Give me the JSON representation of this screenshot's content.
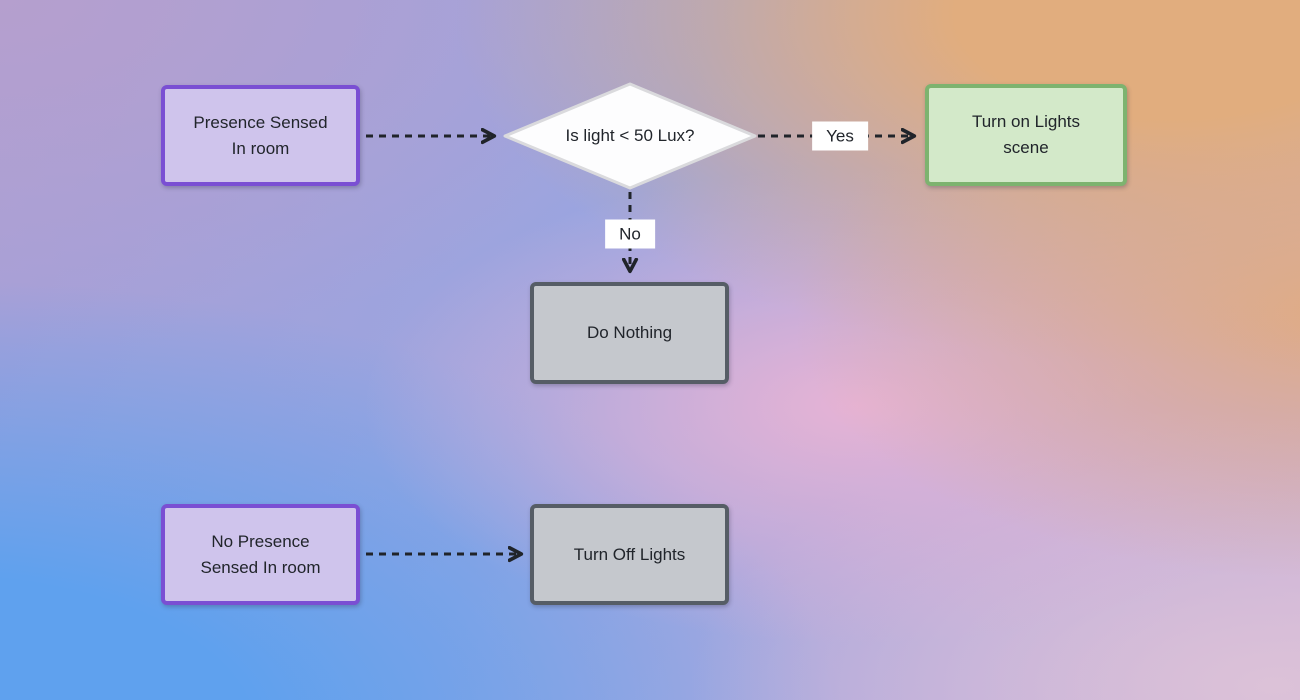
{
  "diagram": {
    "nodes": {
      "presence_sensed": {
        "label": "Presence Sensed\nIn room",
        "shape": "rectangle",
        "scheme": "purple"
      },
      "light_check": {
        "label": "Is light < 50 Lux?",
        "shape": "diamond",
        "scheme": "white"
      },
      "turn_on_lights": {
        "label": "Turn on Lights\nscene",
        "shape": "rectangle",
        "scheme": "green"
      },
      "do_nothing": {
        "label": "Do Nothing",
        "shape": "rectangle",
        "scheme": "gray"
      },
      "no_presence": {
        "label": "No Presence\nSensed In room",
        "shape": "rectangle",
        "scheme": "purple"
      },
      "turn_off_lights": {
        "label": "Turn Off Lights",
        "shape": "rectangle",
        "scheme": "gray"
      }
    },
    "edge_labels": {
      "yes": "Yes",
      "no": "No"
    },
    "edges": [
      {
        "from": "presence_sensed",
        "to": "light_check",
        "label": "",
        "style": "dashed"
      },
      {
        "from": "light_check",
        "to": "turn_on_lights",
        "label": "Yes",
        "style": "dashed"
      },
      {
        "from": "light_check",
        "to": "do_nothing",
        "label": "No",
        "style": "dashed"
      },
      {
        "from": "no_presence",
        "to": "turn_off_lights",
        "label": "",
        "style": "dashed"
      }
    ],
    "colors": {
      "purple_border": "#7a4fd3",
      "purple_fill": "#cfc4ec",
      "green_border": "#7db36f",
      "green_fill": "#d3e9c9",
      "gray_border": "#565d66",
      "gray_fill": "#c5c8cd",
      "diamond_fill": "#fdfdfe",
      "diamond_border": "#dadadd",
      "arrow_color": "#20242a",
      "text_color": "#21252b",
      "label_bg": "#ffffff"
    },
    "background": {
      "top_left": "#b59fce",
      "top_right": "#e1ad7e",
      "bottom_left": "#5fa1ee",
      "bottom_right": "#dcc2d8",
      "center_pink": "#e6b3d5"
    }
  }
}
